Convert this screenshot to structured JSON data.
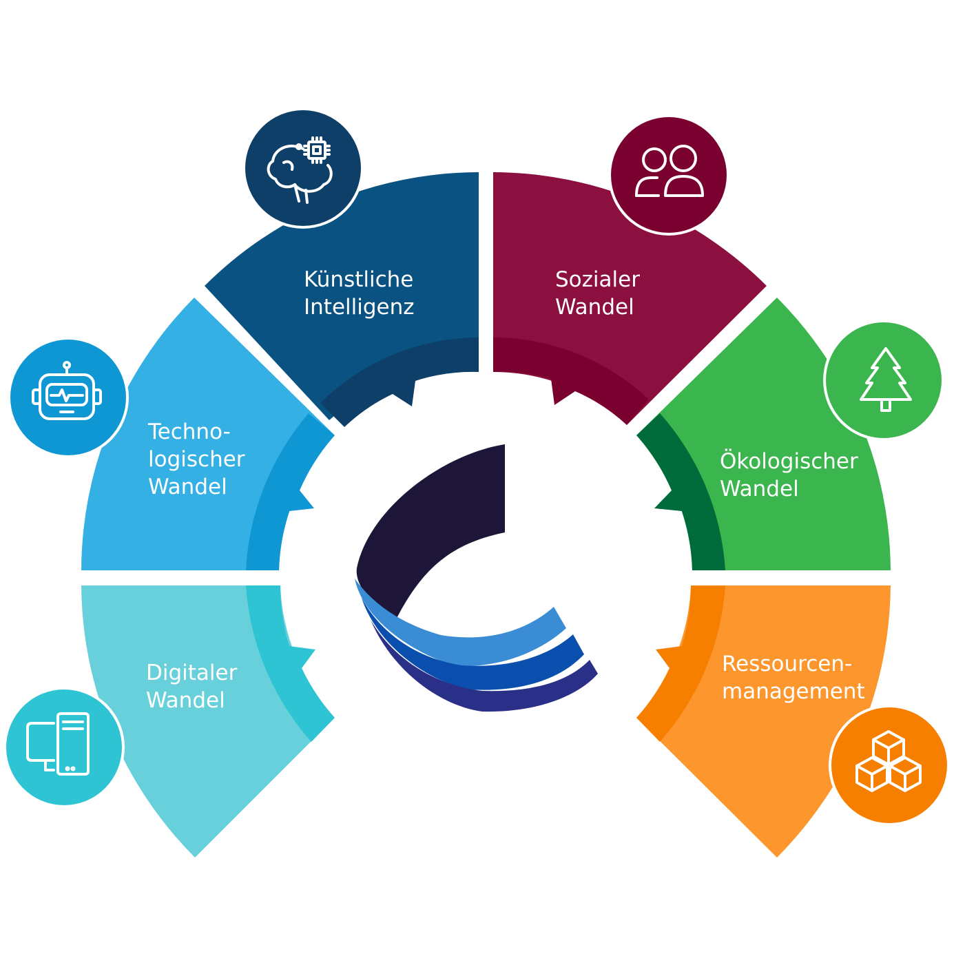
{
  "segments": [
    {
      "id": "ki",
      "label_lines": [
        "Künstliche",
        "Intelligenz"
      ],
      "color": "#0a5281",
      "inner_color": "#0d3f68",
      "icon_bg": "#0d3f68",
      "icon": "brain-chip-icon"
    },
    {
      "id": "sozial",
      "label_lines": [
        "Sozialer",
        "Wandel"
      ],
      "color": "#8b0f3f",
      "inner_color": "#7a0030",
      "icon_bg": "#7a0030",
      "icon": "people-icon"
    },
    {
      "id": "tech",
      "label_lines": [
        "Techno-",
        "logischer",
        "Wandel"
      ],
      "color": "#35b0e4",
      "inner_color": "#0e97d3",
      "icon_bg": "#0e97d3",
      "icon": "robot-icon"
    },
    {
      "id": "oeko",
      "label_lines": [
        "Ökologischer",
        "Wandel"
      ],
      "color": "#3bb54d",
      "inner_color": "#006b3a",
      "icon_bg": "#3bb54d",
      "icon": "tree-icon"
    },
    {
      "id": "digital",
      "label_lines": [
        "Digitaler",
        "Wandel"
      ],
      "color": "#67d0da",
      "inner_color": "#2ec4d3",
      "icon_bg": "#2ec4d3",
      "icon": "devices-icon"
    },
    {
      "id": "ressourcen",
      "label_lines": [
        "Ressourcen-",
        "management"
      ],
      "color": "#fc962d",
      "inner_color": "#f77f00",
      "icon_bg": "#f77f00",
      "icon": "cubes-icon"
    }
  ],
  "center_logo": {
    "icon": "logo-c-icon",
    "colors": [
      "#1d1639",
      "#3a8dd5",
      "#0a4fae",
      "#2a2f87"
    ]
  }
}
